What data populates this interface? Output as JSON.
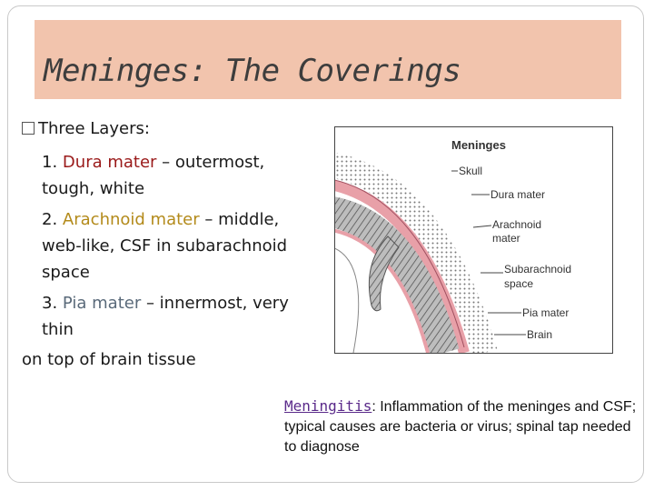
{
  "title": "Meninges: The Coverings",
  "bullet": "Three Layers:",
  "layers": [
    {
      "num": "1.",
      "term": "Dura mater",
      "rest": " – outermost, tough, white"
    },
    {
      "num": "2.",
      "term": "Arachnoid mater",
      "rest": " – middle, web-like, CSF in subarachnoid space"
    },
    {
      "num": "3.",
      "term": "Pia mater",
      "rest": " – innermost, very thin"
    }
  ],
  "footline": "on top of brain tissue",
  "diagram": {
    "heading": "Meninges",
    "labels": [
      "Skull",
      "Dura mater",
      "Arachnoid",
      "mater",
      "Subarachnoid",
      "space",
      "Pia mater",
      "Brain"
    ]
  },
  "note": {
    "word": "Meningitis",
    "text": ": Inflammation of the meninges and CSF; typical causes are bacteria or virus; spinal tap needed to diagnose"
  },
  "colors": {
    "title_bar": "#f2c4ad",
    "dura_term": "#9a1a1a",
    "arachnoid_term": "#b38a1a",
    "pia_term": "#5a6a7a",
    "dura_layer": "#e8a0a8",
    "note_link": "#5a2a8a"
  }
}
